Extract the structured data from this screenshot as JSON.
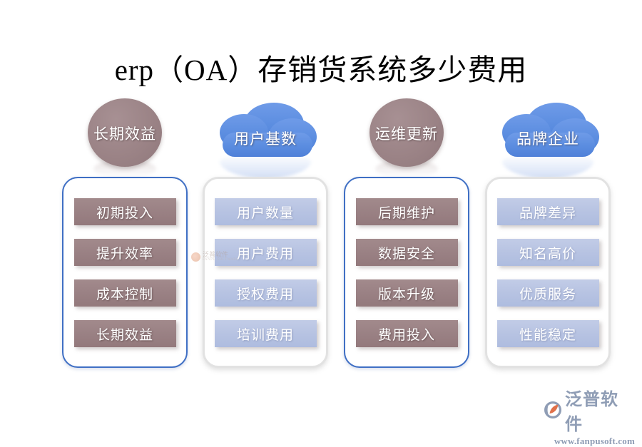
{
  "page": {
    "title": "erp（OA）存销货系统多少费用",
    "background_color": "#ffffff"
  },
  "colors": {
    "brown": "#9a8184",
    "blue_chip": "#b7c3e2",
    "cloud_blue": "#5b8de0",
    "border_blue": "#3f6fc4",
    "border_gray": "#e2e2e2",
    "logo_text": "#8f9db5",
    "logo_mark_orange": "#e0714a"
  },
  "columns": [
    {
      "header": {
        "label": "长期效益",
        "shape": "ellipse",
        "style": "brown"
      },
      "container_style": "blue-border",
      "chip_style": "brown",
      "items": [
        {
          "label": "初期投入"
        },
        {
          "label": "提升效率"
        },
        {
          "label": "成本控制"
        },
        {
          "label": "长期效益"
        }
      ]
    },
    {
      "header": {
        "label": "用户基数",
        "shape": "cloud",
        "style": "blue"
      },
      "container_style": "gray-border",
      "chip_style": "blue",
      "items": [
        {
          "label": "用户数量"
        },
        {
          "label": "用户费用"
        },
        {
          "label": "授权费用"
        },
        {
          "label": "培训费用"
        }
      ]
    },
    {
      "header": {
        "label": "运维更新",
        "shape": "ellipse",
        "style": "brown"
      },
      "container_style": "blue-border",
      "chip_style": "brown",
      "items": [
        {
          "label": "后期维护"
        },
        {
          "label": "数据安全"
        },
        {
          "label": "版本升级"
        },
        {
          "label": "费用投入"
        }
      ]
    },
    {
      "header": {
        "label": "品牌企业",
        "shape": "cloud",
        "style": "blue"
      },
      "container_style": "gray-border",
      "chip_style": "blue",
      "items": [
        {
          "label": "品牌差异"
        },
        {
          "label": "知名高价"
        },
        {
          "label": "优质服务"
        },
        {
          "label": "性能稳定"
        }
      ]
    }
  ],
  "watermark": {
    "name": "泛普软件",
    "sub": "FANPU SOFTWARE"
  },
  "logo": {
    "name": "泛普软件",
    "url": "www.fanpusoft.com"
  }
}
